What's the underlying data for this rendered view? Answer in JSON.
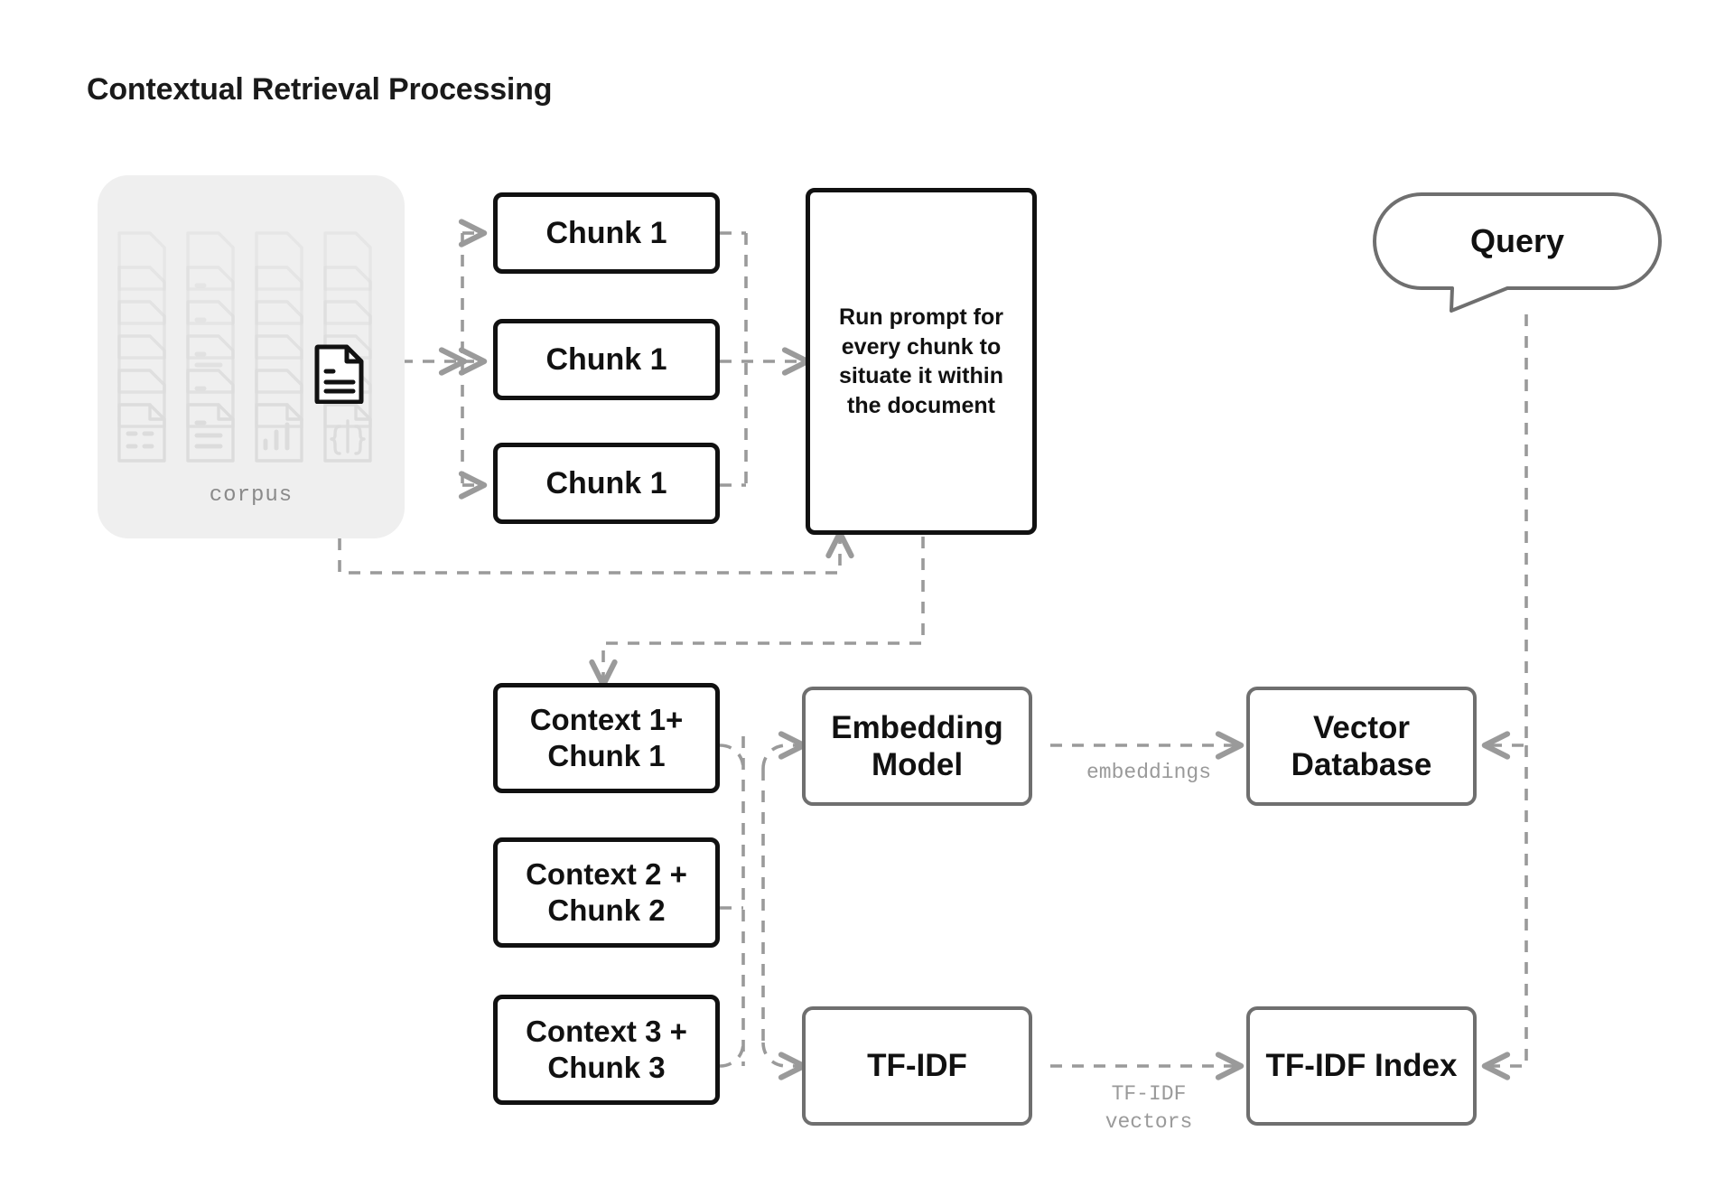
{
  "title": "Contextual Retrieval Processing",
  "corpus": {
    "label": "corpus",
    "active_doc_icon": "document-icon",
    "ghost_doc_icons": [
      "document-table-icon",
      "document-text-icon",
      "document-chart-icon",
      "document-code-icon"
    ]
  },
  "chunks": [
    {
      "label": "Chunk 1"
    },
    {
      "label": "Chunk 1"
    },
    {
      "label": "Chunk 1"
    }
  ],
  "prompt_box": {
    "label": "Run prompt for every chunk to situate it within the document"
  },
  "contexts": [
    {
      "label": "Context 1+ Chunk 1"
    },
    {
      "label": "Context 2 + Chunk 2"
    },
    {
      "label": "Context 3 + Chunk 3"
    }
  ],
  "processors": [
    {
      "label": "Embedding Model"
    },
    {
      "label": "TF-IDF"
    }
  ],
  "stores": [
    {
      "label": "Vector Database"
    },
    {
      "label": "TF-IDF Index"
    }
  ],
  "query": {
    "label": "Query"
  },
  "edge_labels": {
    "embeddings": "embeddings",
    "tfidf_vectors": "TF-IDF\nvectors"
  },
  "colors": {
    "background": "#ffffff",
    "node_border_strong": "#111111",
    "node_border_soft": "#6f6f6f",
    "corpus_panel": "#efefef",
    "wire": "#9a9a9a",
    "muted_text": "#9a9a9a"
  }
}
